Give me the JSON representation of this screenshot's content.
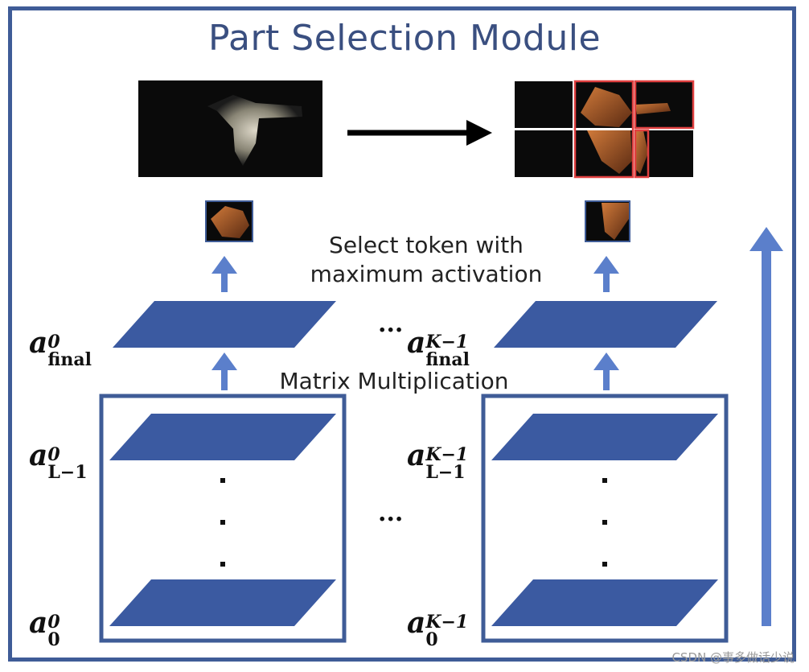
{
  "title": "Part Selection Module",
  "caption_select": [
    "Select token with",
    "maximum activation"
  ],
  "caption_matmul": "Matrix Multiplication",
  "ellipsis": "...",
  "labels": {
    "left_final": {
      "base": "a",
      "sup": "0",
      "sub": "final"
    },
    "right_final": {
      "base": "a",
      "sup": "K−1",
      "sub": "final"
    },
    "left_top": {
      "base": "a",
      "sup": "0",
      "sub": "L−1"
    },
    "right_top": {
      "base": "a",
      "sup": "K−1",
      "sub": "L−1"
    },
    "left_bottom": {
      "base": "a",
      "sup": "0",
      "sub": "0"
    },
    "right_bottom": {
      "base": "a",
      "sup": "K−1",
      "sub": "0"
    }
  },
  "watermark": "CSDN @事多做话少说",
  "colors": {
    "accent": "#3f5c97",
    "plane": "#3b5aa1",
    "arrow": "#5b7fcb",
    "highlight": "#e04040"
  }
}
